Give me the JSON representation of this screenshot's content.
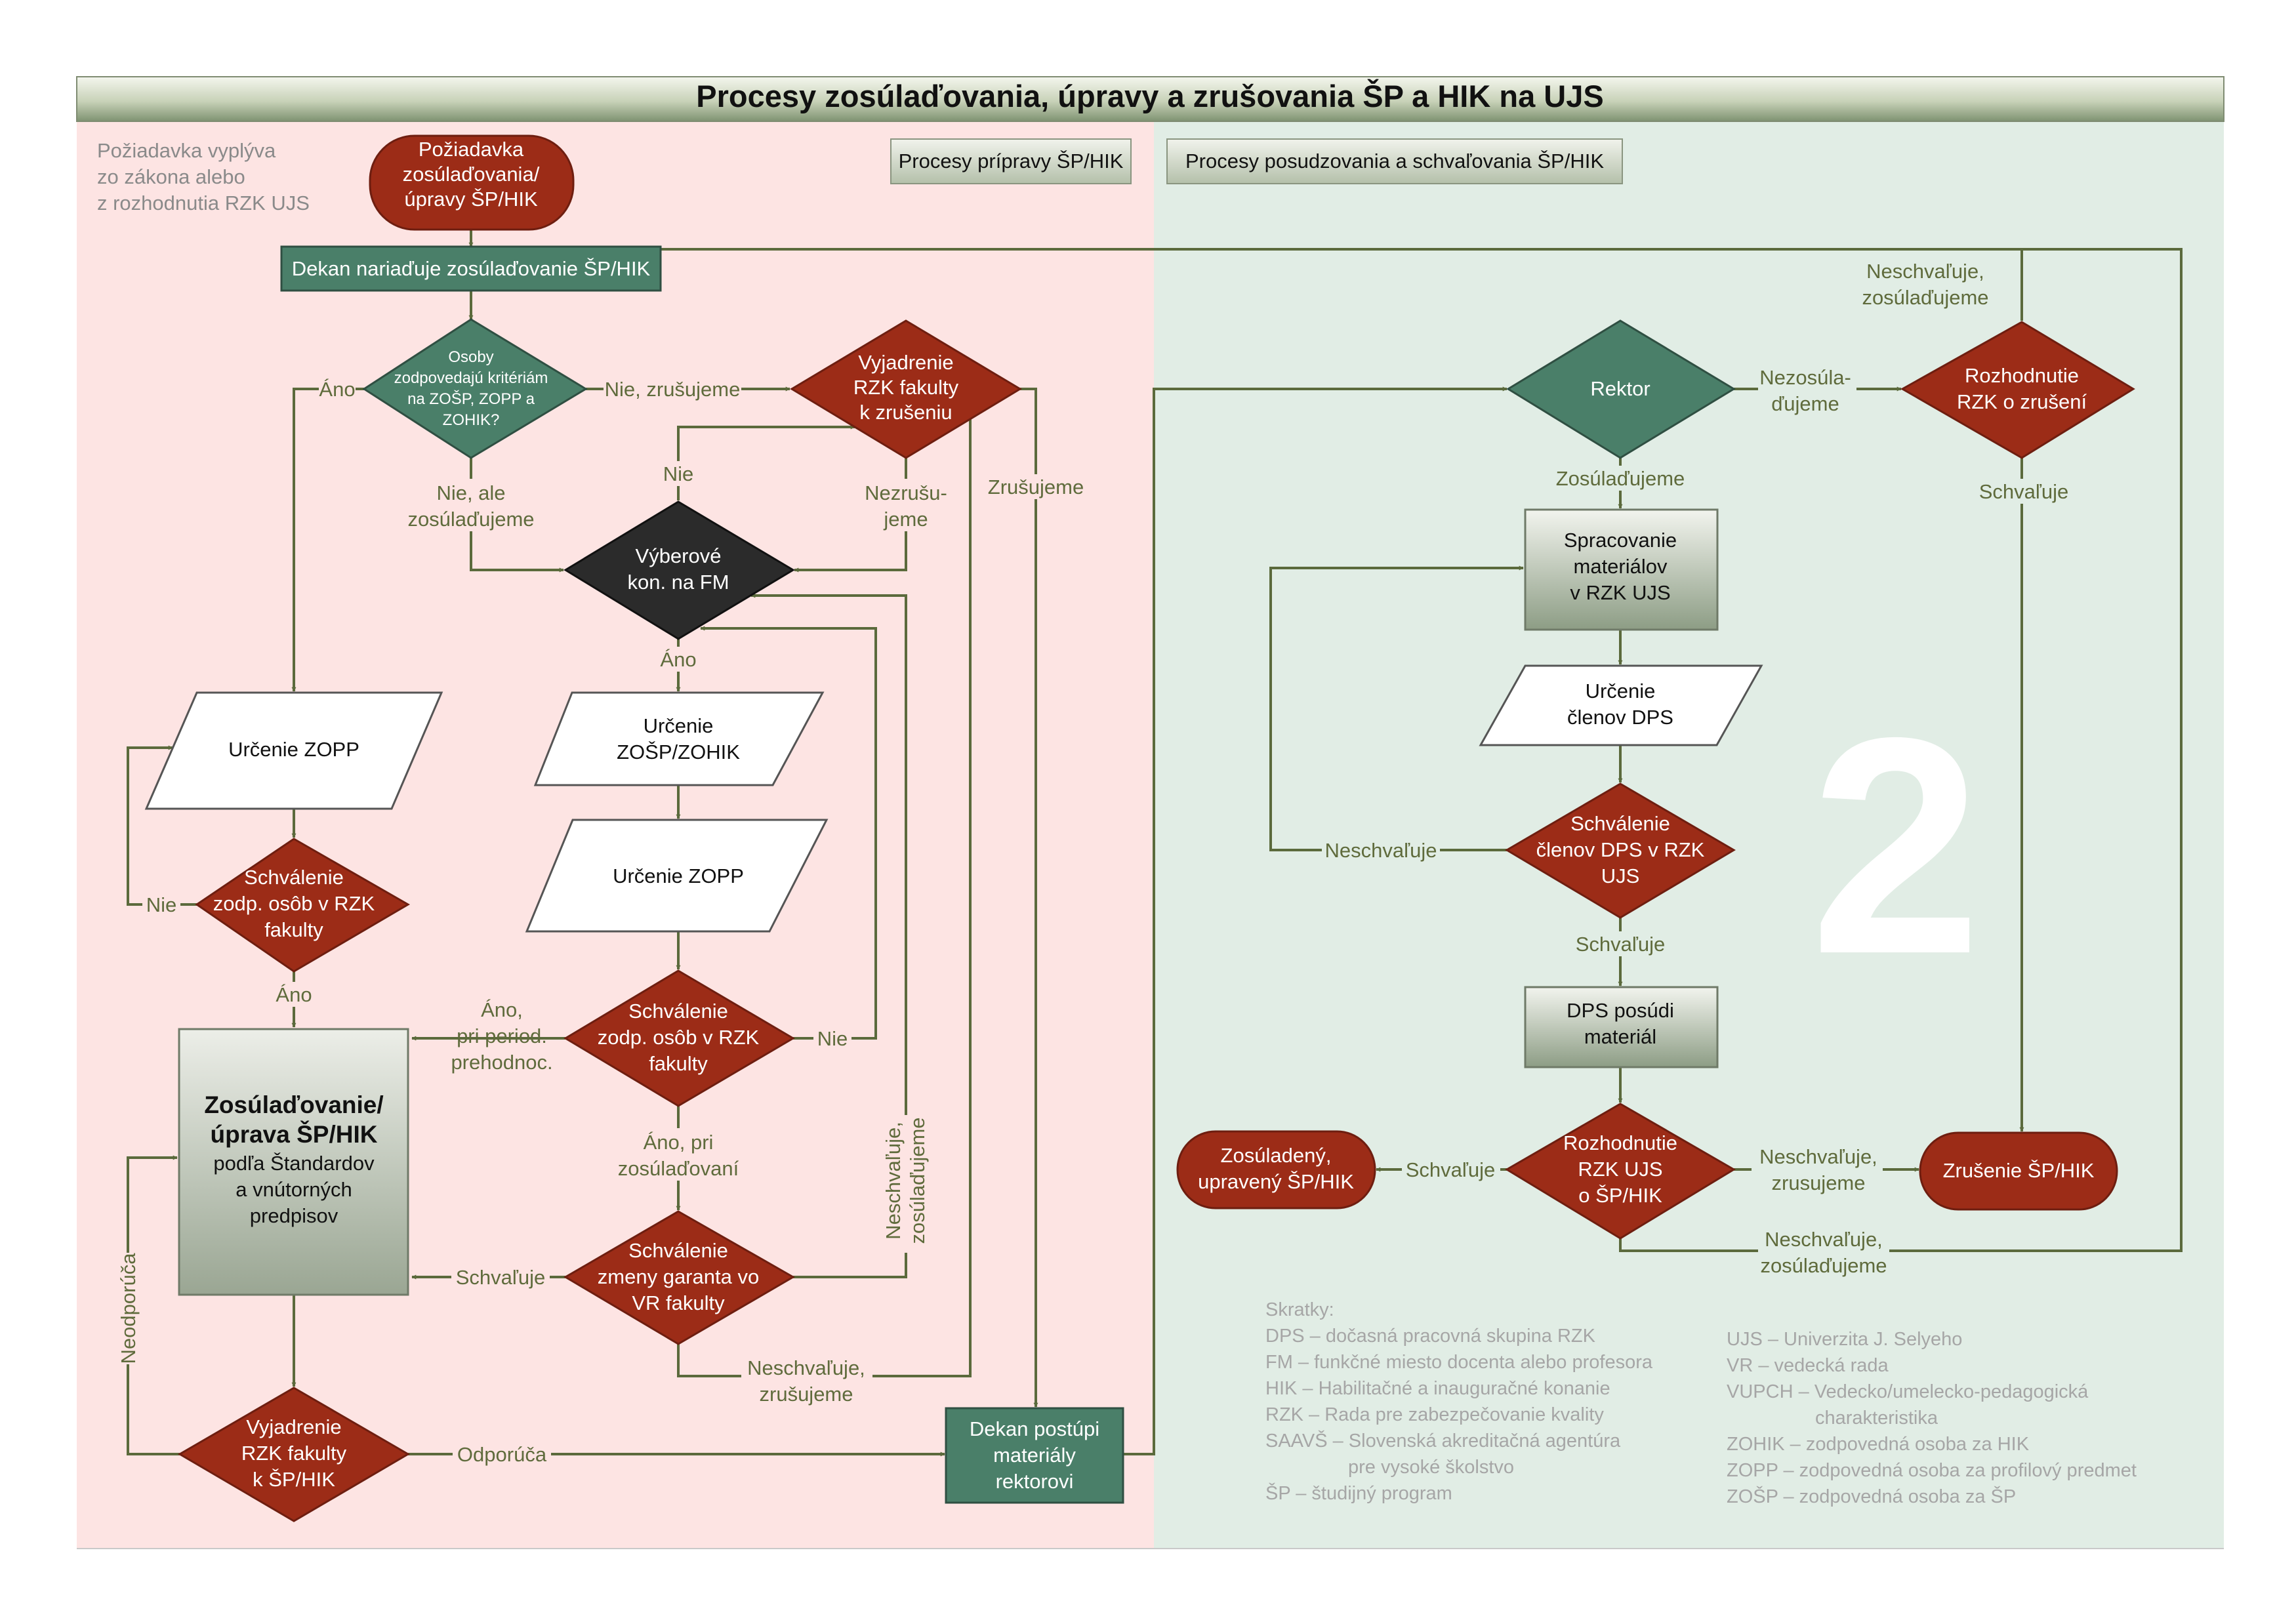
{
  "title": "Procesy zosúlaďovania, úpravy a zrušovania ŠP a HIK na UJS",
  "legend": {
    "preparation": "Procesy prípravy ŠP/HIK",
    "approval": "Procesy posudzovania a schvaľovania ŠP/HIK"
  },
  "note": [
    "Požiadavka vyplýva",
    "zo zákona alebo",
    "z rozhodnutia RZK UJS"
  ],
  "section_number": "2",
  "nodes": {
    "start": [
      "Požiadavka",
      "zosúlaďovania/",
      "úpravy ŠP/HIK"
    ],
    "dean_orders": [
      "Dekan nariaďuje zosúlaďovanie ŠP/HIK"
    ],
    "criteria": [
      "Osoby",
      "zodpovedajú kritériám",
      "na ZOŠP, ZOPP a",
      "ZOHIK?"
    ],
    "rzk_fac_cancel": [
      "Vyjadrenie",
      "RZK fakulty",
      "k zrušeniu"
    ],
    "selection": [
      "Výberové",
      "kon. na FM"
    ],
    "zopp_left": [
      "Určenie ZOPP"
    ],
    "approve_left": [
      "Schválenie",
      "zodp. osôb v RZK",
      "fakulty"
    ],
    "zosp_zohik": [
      "Určenie",
      "ZOŠP/ZOHIK"
    ],
    "zopp_mid": [
      "Určenie ZOPP"
    ],
    "approve_mid": [
      "Schválenie",
      "zodp. osôb v RZK",
      "fakulty"
    ],
    "align": [
      "Zosúlaďovanie/",
      "úprava ŠP/HIK",
      "podľa Štandardov",
      "a vnútorných",
      "predpisov"
    ],
    "guarantor": [
      "Schválenie",
      "zmeny garanta vo",
      "VR fakulty"
    ],
    "rzk_fac_sp": [
      "Vyjadrenie",
      "RZK fakulty",
      "k ŠP/HIK"
    ],
    "dean_submits": [
      "Dekan postúpi",
      "materiály",
      "rektorovi"
    ],
    "rector": [
      "Rektor"
    ],
    "rzk_decision_cancel": [
      "Rozhodnutie",
      "RZK o zrušení"
    ],
    "processing": [
      "Spracovanie",
      "materiálov",
      "v RZK UJS"
    ],
    "dps_members": [
      "Určenie",
      "členov  DPS"
    ],
    "approve_dps": [
      "Schválenie",
      "členov DPS v RZK",
      "UJS"
    ],
    "dps_review": [
      "DPS posúdi",
      "materiál"
    ],
    "rzk_ujs_decision": [
      "Rozhodnutie",
      "RZK UJS",
      "o ŠP/HIK"
    ],
    "aligned": [
      "Zosúladený,",
      "upravený ŠP/HIK"
    ],
    "cancelled": [
      "Zrušenie ŠP/HIK"
    ]
  },
  "edge_labels": {
    "ano_left": "Áno",
    "nie_zrusujeme": "Nie, zrušujeme",
    "nie_ale": [
      "Nie, ale",
      "zosúlaďujeme"
    ],
    "nie_sel": "Nie",
    "nezrusujeme": [
      "Nezrušu-",
      "jeme"
    ],
    "zrusujeme": "Zrušujeme",
    "ano_sel": "Áno",
    "nie_left": "Nie",
    "ano_down": "Áno",
    "ano_period": [
      "Áno,",
      "pri period.",
      "prehodnoc."
    ],
    "nie_mid": "Nie",
    "ano_zos": [
      "Áno, pri",
      "zosúlaďovaní"
    ],
    "neschv_zos_vert": [
      "Neschvaľuje,",
      "zosúlaďujeme"
    ],
    "schvaluje_gar": "Schvaľuje",
    "neschv_zrus": [
      "Neschvaľuje,",
      "zrušujeme"
    ],
    "neodporuca": "Neodporúča",
    "odporuca": "Odporúča",
    "top_neschv": [
      "Neschvaľuje,",
      "zosúlaďujeme"
    ],
    "nezosuladujeme": [
      "Nezosúla-",
      "ďujeme"
    ],
    "zosuladujeme": "Zosúlaďujeme",
    "schvaluje_cancel": "Schvaľuje",
    "neschvaluje_dps": "Neschvaľuje",
    "schvaluje_dps": "Schvaľuje",
    "schvaluje_final": "Schvaľuje",
    "neschv_zrus_final": [
      "Neschvaľuje,",
      "zrusujeme"
    ],
    "neschv_zos_bottom": [
      "Neschvaľuje,",
      "zosúlaďujeme"
    ]
  },
  "abbreviations": {
    "heading": "Skratky:",
    "left": [
      "DPS – dočasná pracovná skupina RZK",
      "FM – funkčné miesto docenta alebo profesora",
      "HIK – Habilitačné a inauguračné konanie",
      "RZK – Rada pre zabezpečovanie kvality",
      "SAAVŠ – Slovenská akreditačná agentúra",
      "pre vysoké školstvo",
      "ŠP – študijný program"
    ],
    "right": [
      "UJS – Univerzita J. Selyeho",
      "VR – vedecká rada",
      "VUPCH – Vedecko/umelecko-pedagogická",
      "charakteristika",
      "ZOHIK – zodpovedná osoba za HIK",
      "ZOPP – zodpovedná osoba za profilový predmet",
      "ZOŠP – zodpovedná osoba za ŠP"
    ]
  },
  "colors": {
    "red_zone": "#fde4e3",
    "green_zone": "#e1ede5",
    "red_node": "#9c2c17",
    "green_node": "#4a7f69",
    "dark_node": "#2b2b2b",
    "arrow": "#5b6a3c"
  }
}
